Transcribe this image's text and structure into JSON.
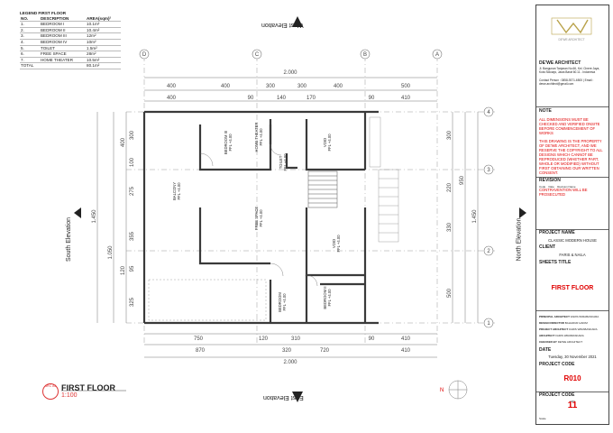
{
  "legend": {
    "title": "LEGEND FIRST FLOOR",
    "headers": [
      "NO.",
      "DESCRIPTION",
      "AREA(sqm)²"
    ],
    "rows": [
      [
        "1.",
        "BEDROOM I",
        "10.1m²"
      ],
      [
        "2.",
        "BEDROOM II",
        "10.4m²"
      ],
      [
        "3.",
        "BEDROOM III",
        "12m²"
      ],
      [
        "4.",
        "BEDROOM IV",
        "10m²"
      ],
      [
        "5.",
        "TOILET",
        "1.5m²"
      ],
      [
        "6.",
        "FREE SPACE",
        "28m²"
      ],
      [
        "7.",
        "HOME THEATER",
        "10.5m²"
      ]
    ],
    "total_label": "TOTAL",
    "total_value": "80.1m²"
  },
  "elevations": {
    "west": "West Elevation",
    "east": "East Elevation",
    "south": "South Elevation",
    "north": "North Elevation"
  },
  "grid_labels": {
    "top": [
      "D",
      "C",
      "B",
      "A"
    ],
    "right": [
      "4",
      "3",
      "2",
      "1"
    ]
  },
  "dimensions": {
    "top_total": "2.000",
    "top_row": [
      "400",
      "400",
      "300",
      "300",
      "400",
      "500"
    ],
    "top_row2": [
      "400",
      "90",
      "140",
      "170",
      "90",
      "410"
    ],
    "bottom_total": "2.000",
    "bottom_row": [
      "870",
      "320",
      "720",
      "410"
    ],
    "bottom_row2": [
      "750",
      "120",
      "310",
      "90",
      "410"
    ],
    "left_total": "1.450",
    "left_sub": "1.050",
    "left_row": [
      "400",
      "275",
      "355",
      "95",
      "325"
    ],
    "left_row2": [
      "300",
      "100",
      "120"
    ],
    "right_total": "1.450",
    "right_sub": "950",
    "right_row": [
      "220",
      "330",
      "500"
    ],
    "right_row2": [
      "300"
    ]
  },
  "rooms": [
    {
      "name": "BEDROOM III",
      "ffl": "FFL +4.00"
    },
    {
      "name": "HOME THEATER",
      "ffl": "FFL +4.00"
    },
    {
      "name": "VOID",
      "ffl": "FFL +4.00"
    },
    {
      "name": "TOILET",
      "ffl": "FFL +4.00"
    },
    {
      "name": "BALCONY",
      "ffl": "FFL +4.00"
    },
    {
      "name": "FREE SPACE",
      "ffl": "FFL +4.00"
    },
    {
      "name": "VOID",
      "ffl": "FFL +4.00"
    },
    {
      "name": "BEDROOM II",
      "ffl": "FFL +4.00"
    },
    {
      "name": "BEDROOM",
      "ffl": "FFL +4.00"
    }
  ],
  "caption": {
    "title": "FIRST FLOOR",
    "scale": "1:100",
    "tag": "ARC A3"
  },
  "north_mark": "N",
  "titleblock": {
    "logo_text": "DE'WE ARCHITECT",
    "firm": "DE'WE ARCHITECT",
    "address": "Jl. Bangunan Tanjaran No.66, Kel. Cinere Jaya, Kota Sidoarjo, Jawa Barat 60.11 - Indonesia",
    "contact": "Contact Person : 0858-9371-6500 | Email : dewe.architect@gmail.com",
    "note_title": "NOTE",
    "note1": "ALL DIMENSIONS MUST BE CHECKED AND VERIFIED ONSITE BEFORE COMMENCEMENT OF WORKS",
    "note2": "THIS DRAWING IS THE PROPERTY OF DE'WE ARCHITECT, AND WE RESERVE THE COPYRIGHT TO ALL DESIGNS WHICH CANNOT BE REPRODUCED (WHETHER PART, WHOLE OR MODIFIED) WITHOUT FIRST OBTAINING OUR WRITTEN CONSENT.",
    "note3": "CONTRAVENTION WILL BE PROSECUTED",
    "revision_title": "REVISION",
    "revision_cols": [
      "Code",
      "Date",
      "Revision Name"
    ],
    "project_name_label": "PROJECT NAME",
    "project_name": "CLASSIC MODERN HOUSE",
    "client_label": "CLIENT",
    "client": "FARIS & NAILA",
    "sheet_title_label": "SHEETS TITLE",
    "sheet_title": "FIRST FLOOR",
    "roles": [
      [
        "PRINCIPAL ARCHITECT",
        "FARIS WIRABASKARA"
      ],
      [
        "DESIGN DIRECTOR",
        "BAHADUR HAKIM"
      ],
      [
        "PROJECT ARCHITECT",
        "FARIS WIRABASKARA"
      ],
      [
        "ARCHITECT",
        "FARIS WIRABASKARA"
      ],
      [
        "CHECKED BY",
        "DE'WE ARCHITECT"
      ]
    ],
    "date_label": "DATE",
    "date": "Tuesday, 30 November 2021",
    "project_code_label": "PROJECT CODE",
    "project_code": "R010",
    "project_code_label2": "PROJECT CODE",
    "sheet_no_small": "ARS",
    "sheet_no": "11",
    "footer": "Scale"
  },
  "colors": {
    "wall": "#3a3a3a",
    "red": "#e00000",
    "dim": "#444444"
  }
}
